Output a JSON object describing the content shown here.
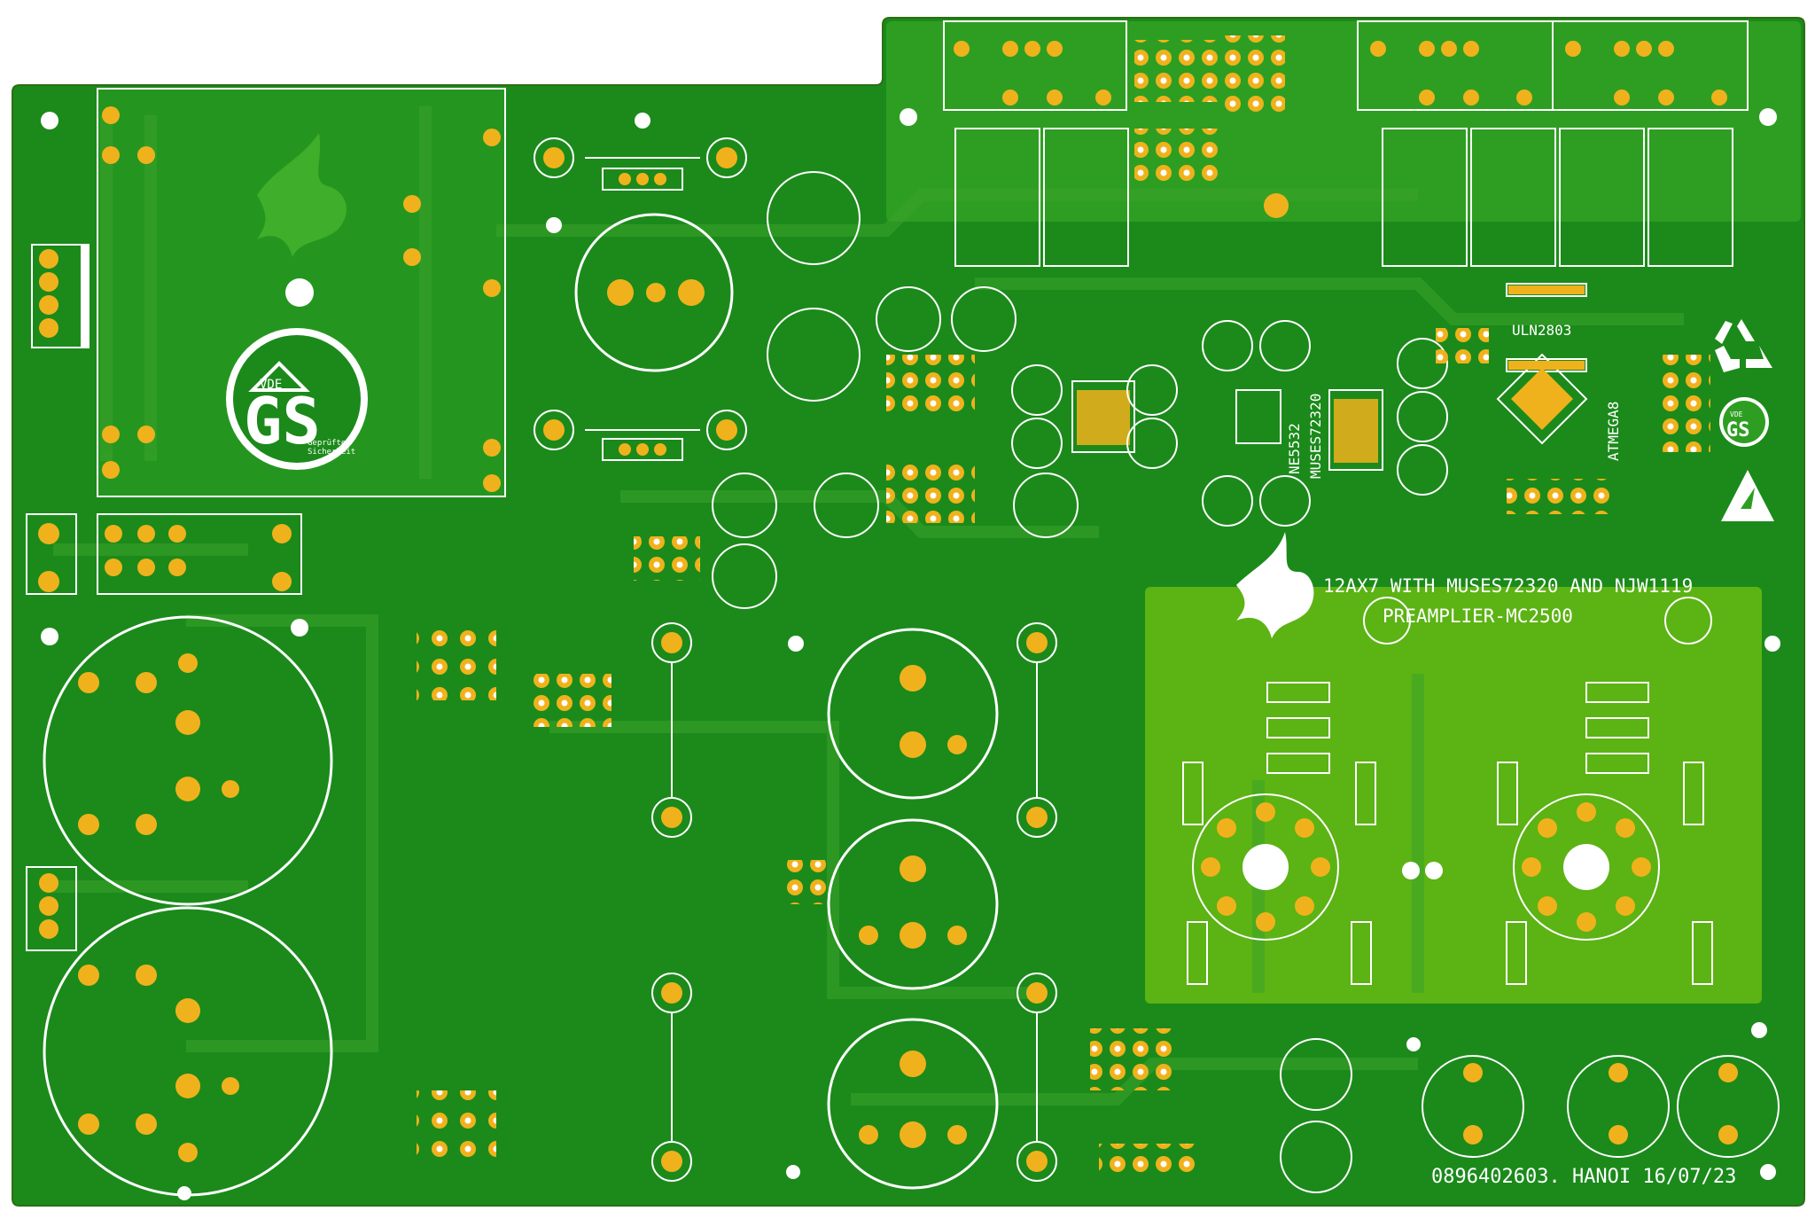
{
  "board": {
    "title_line1": "12AX7 WITH MUSES72320 AND NJW1119",
    "title_line2": "PREAMPLIER-MC2500",
    "footer": "0896402603. HANOI 16/07/23"
  },
  "ic_labels": {
    "uln": "ULN2803",
    "atmega": "ATMEGA8",
    "ne5532": "NE5532",
    "muses": "MUSES72320"
  },
  "certification": {
    "mark": "GS",
    "mark_small": "GS",
    "org": "VDE",
    "org_small": "VDE",
    "line1": "Geprüfte",
    "line2": "Sicherheit"
  },
  "colors": {
    "board": "#1b8a1b",
    "pour": "#2e9e22",
    "pour_light": "#5cb314",
    "pad": "#f0b21c",
    "silk": "#ffffff",
    "logo": "#7dc23a"
  },
  "icons": [
    "recycle-icon",
    "esd-warning-icon",
    "eagle-logo-icon",
    "vde-gs-icon"
  ]
}
